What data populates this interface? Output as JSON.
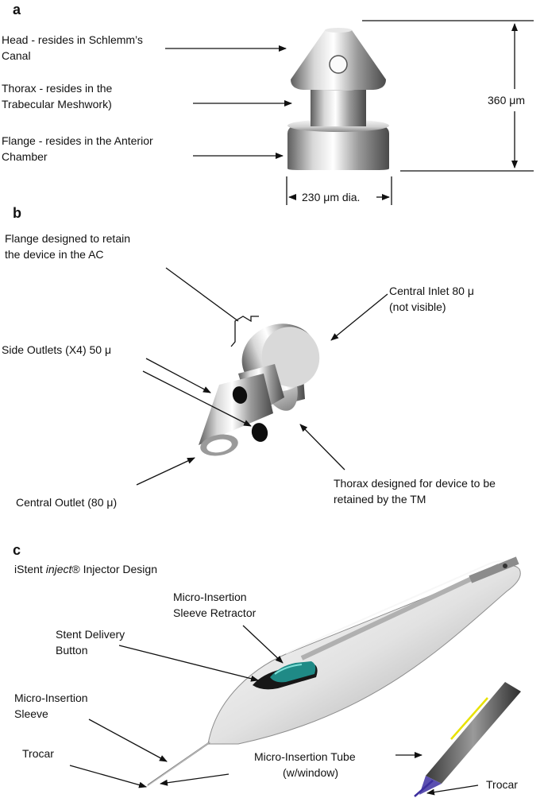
{
  "panel_a": {
    "letter": "a",
    "head_label": [
      "Head - resides in Schlemm’s",
      "Canal"
    ],
    "thorax_label": [
      "Thorax - resides in the",
      "Trabecular Meshwork)"
    ],
    "flange_label": [
      "Flange - resides in the Anterior",
      "Chamber"
    ],
    "height_label": "360 μm",
    "diameter_label": "230 μm dia."
  },
  "panel_b": {
    "letter": "b",
    "flange_label": [
      "Flange designed to retain",
      "the device in the AC"
    ],
    "inlet_label": [
      "Central Inlet 80 μ",
      "(not visible)"
    ],
    "side_outlets_label": "Side Outlets (X4) 50 μ",
    "thorax_label": [
      "Thorax designed for device to be",
      "retained by the TM"
    ],
    "central_outlet_label": "Central Outlet (80 μ)"
  },
  "panel_c": {
    "letter": "c",
    "title_prefix": "iStent ",
    "title_italic": "inject",
    "title_suffix": "® Injector Design",
    "retractor_label": [
      "Micro-Insertion",
      "Sleeve Retractor"
    ],
    "button_label": [
      "Stent Delivery",
      "Button"
    ],
    "sleeve_label": [
      "Micro-Insertion",
      "Sleeve"
    ],
    "trocar_label": "Trocar",
    "tube_label": [
      "Micro-Insertion Tube",
      "(w/window)"
    ],
    "trocar_inset_label": "Trocar"
  },
  "colors": {
    "metal_light": "#f2f2f2",
    "metal_dark": "#6f6f6f",
    "button_teal": "#1f8a86",
    "tube_blue": "#5b4fb0"
  }
}
